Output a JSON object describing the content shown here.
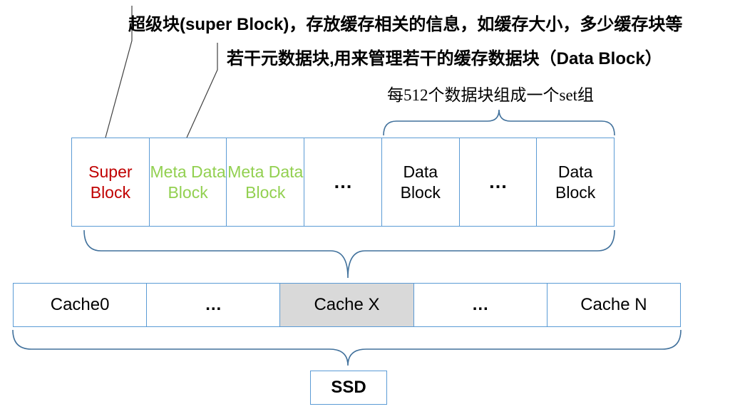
{
  "annotations": {
    "super_block": "超级块(super Block)，存放缓存相关的信息，如缓存大小，多少缓存块等",
    "meta_block": "若干元数据块,用来管理若干的缓存数据块（Data Block）",
    "set_group": "每512个数据块组成一个set组"
  },
  "block_row": [
    {
      "label": "Super Block",
      "color": "#C00000"
    },
    {
      "label": "Meta Data Block",
      "color": "#92D050"
    },
    {
      "label": "Meta Data Block",
      "color": "#92D050"
    },
    {
      "label": "…",
      "color": "#000000"
    },
    {
      "label": "Data Block",
      "color": "#000000"
    },
    {
      "label": "…",
      "color": "#000000"
    },
    {
      "label": "Data Block",
      "color": "#000000"
    }
  ],
  "cache_row": [
    {
      "label": "Cache0",
      "highlighted": false
    },
    {
      "label": "…",
      "highlighted": false
    },
    {
      "label": "Cache X",
      "highlighted": true
    },
    {
      "label": "…",
      "highlighted": false
    },
    {
      "label": "Cache N",
      "highlighted": false
    }
  ],
  "ssd": {
    "label": "SSD"
  },
  "colors": {
    "cell_border": "#5B9BD5",
    "highlight_bg": "#D9D9D9",
    "super_block_text": "#C00000",
    "meta_block_text": "#92D050",
    "brace_stroke": "#41719C",
    "connector_line": "#404040"
  }
}
